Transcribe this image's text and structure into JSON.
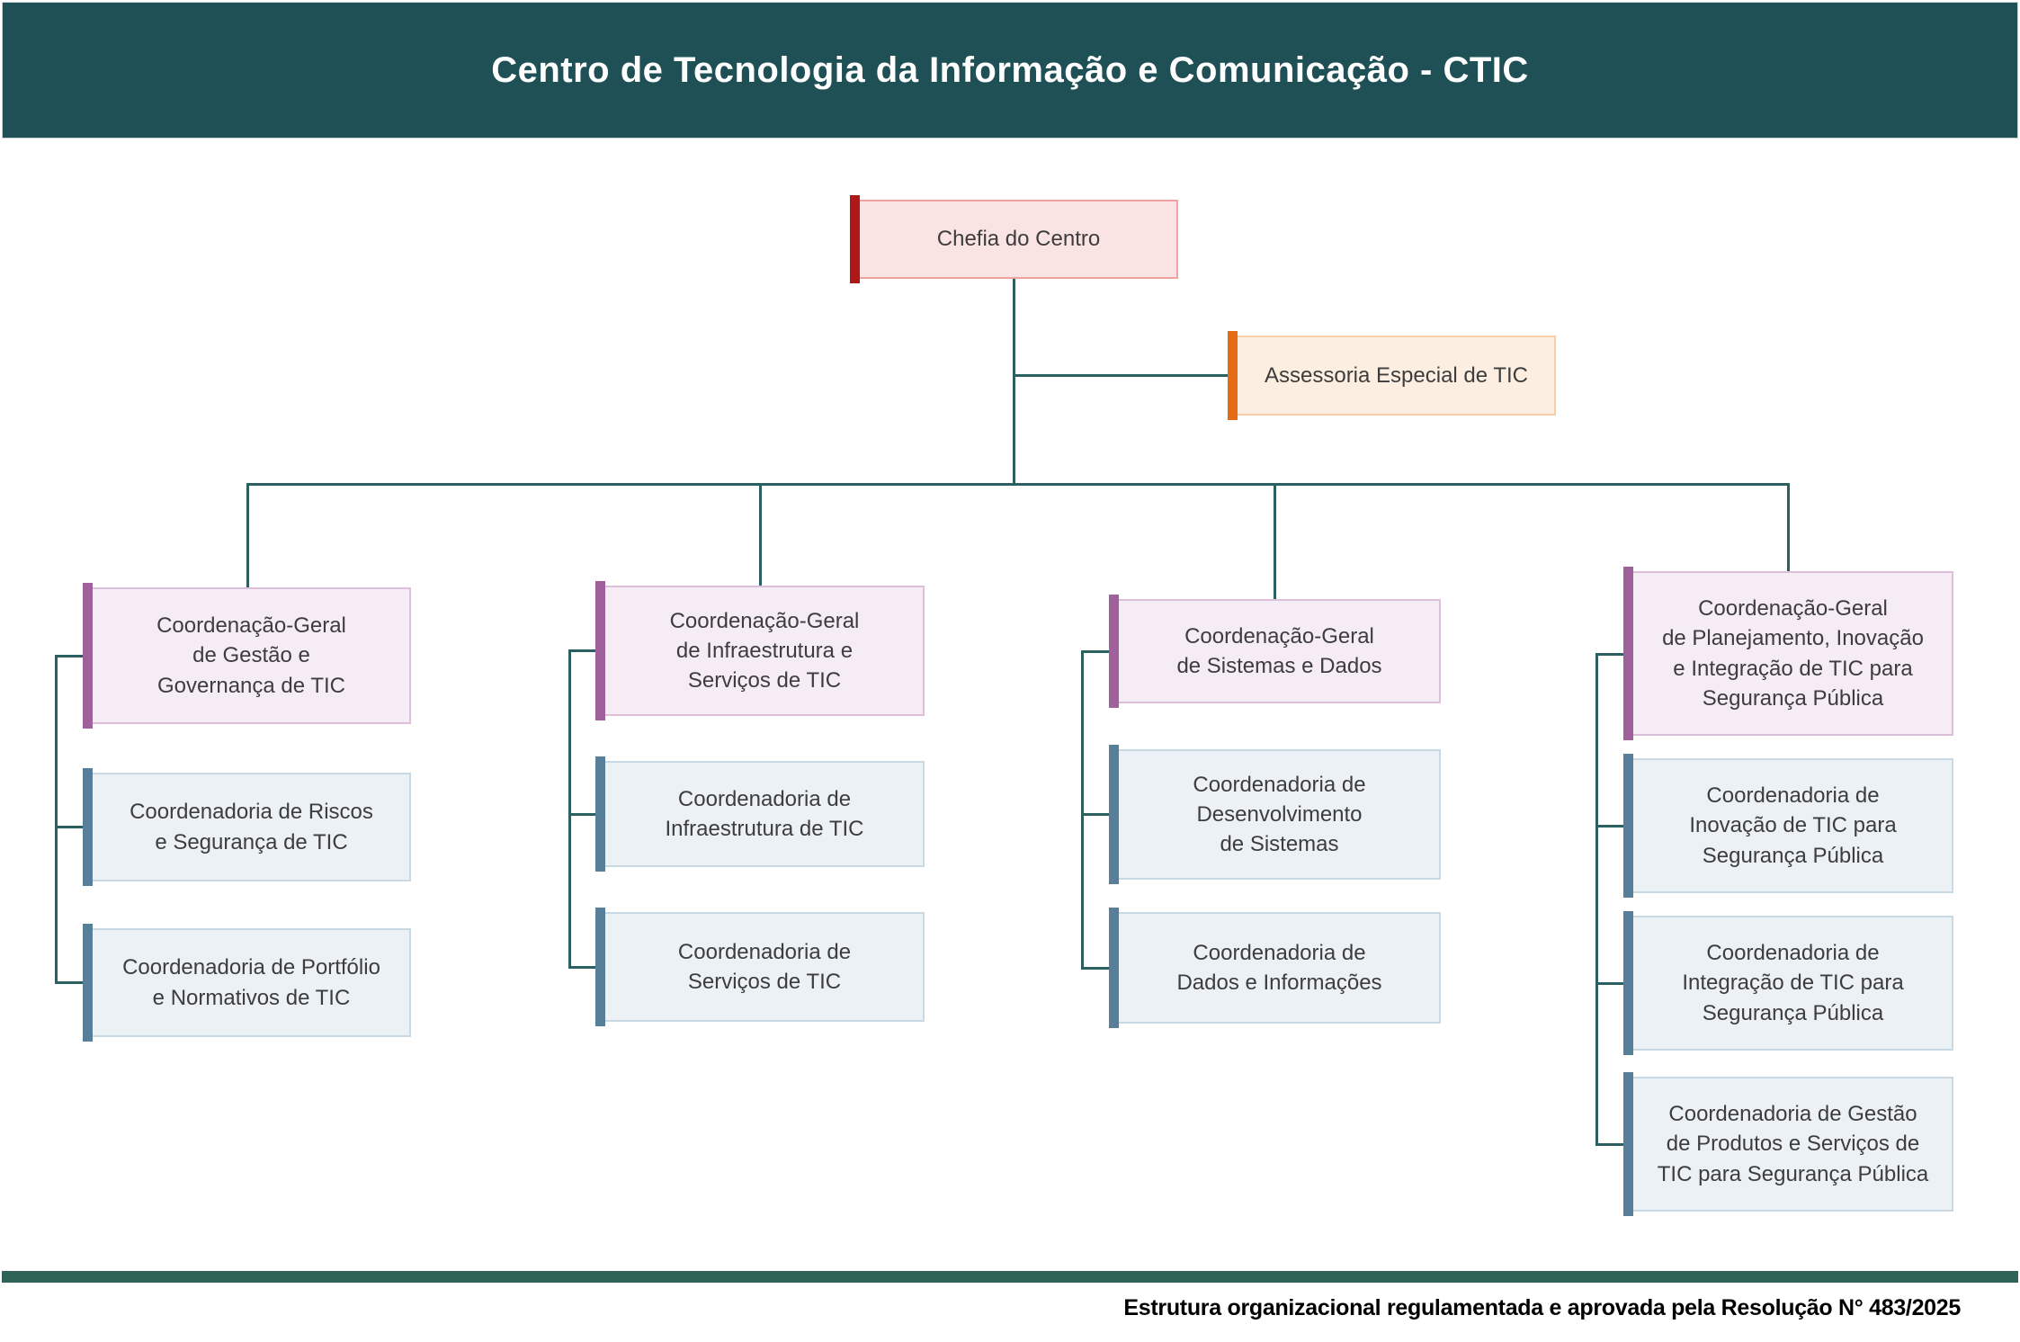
{
  "header": {
    "title": "Centro de Tecnologia da Informação e Comunicação - CTIC"
  },
  "org": {
    "root": {
      "label": "Chefia do Centro"
    },
    "advisory": {
      "label": "Assessoria Especial de TIC"
    },
    "columns": [
      {
        "parent": {
          "label": "Coordenação-Geral\nde Gestão e\nGovernança de TIC"
        },
        "children": [
          {
            "label": "Coordenadoria de Riscos\ne Segurança de TIC"
          },
          {
            "label": "Coordenadoria de Portfólio\ne Normativos de TIC"
          }
        ]
      },
      {
        "parent": {
          "label": "Coordenação-Geral\nde Infraestrutura e\nServiços de TIC"
        },
        "children": [
          {
            "label": "Coordenadoria de\nInfraestrutura de TIC"
          },
          {
            "label": "Coordenadoria de\nServiços de TIC"
          }
        ]
      },
      {
        "parent": {
          "label": "Coordenação-Geral\nde Sistemas e Dados"
        },
        "children": [
          {
            "label": "Coordenadoria de\nDesenvolvimento\nde Sistemas"
          },
          {
            "label": "Coordenadoria de\nDados e Informações"
          }
        ]
      },
      {
        "parent": {
          "label": "Coordenação-Geral\nde Planejamento, Inovação\ne Integração de TIC para\nSegurança Pública"
        },
        "children": [
          {
            "label": "Coordenadoria de\nInovação de TIC para\nSegurança Pública"
          },
          {
            "label": "Coordenadoria de\nIntegração de TIC para\nSegurança Pública"
          },
          {
            "label": "Coordenadoria de Gestão\nde Produtos e Serviços de\nTIC para Segurança Pública"
          }
        ]
      }
    ]
  },
  "footer": {
    "note": "Estrutura organizacional regulamentada e aprovada pela Resolução N° 483/2025"
  },
  "colors": {
    "header_band": "#1F5056",
    "connector": "#2C5F5F",
    "footer_bar": "#2F6358",
    "box_text": "#3D3D3D",
    "root_fill": "#FAE3E3",
    "root_border": "#F2A1A1",
    "root_accent": "#AE1917",
    "advisory_fill": "#FDEEE2",
    "advisory_border": "#F6CEA8",
    "advisory_accent": "#E56B15",
    "general_fill": "#F6ECF6",
    "general_border": "#DCC0DA",
    "general_accent": "#A0609C",
    "unit_fill": "#ECF1F5",
    "unit_border": "#C8D9E3",
    "unit_accent": "#577F99"
  }
}
